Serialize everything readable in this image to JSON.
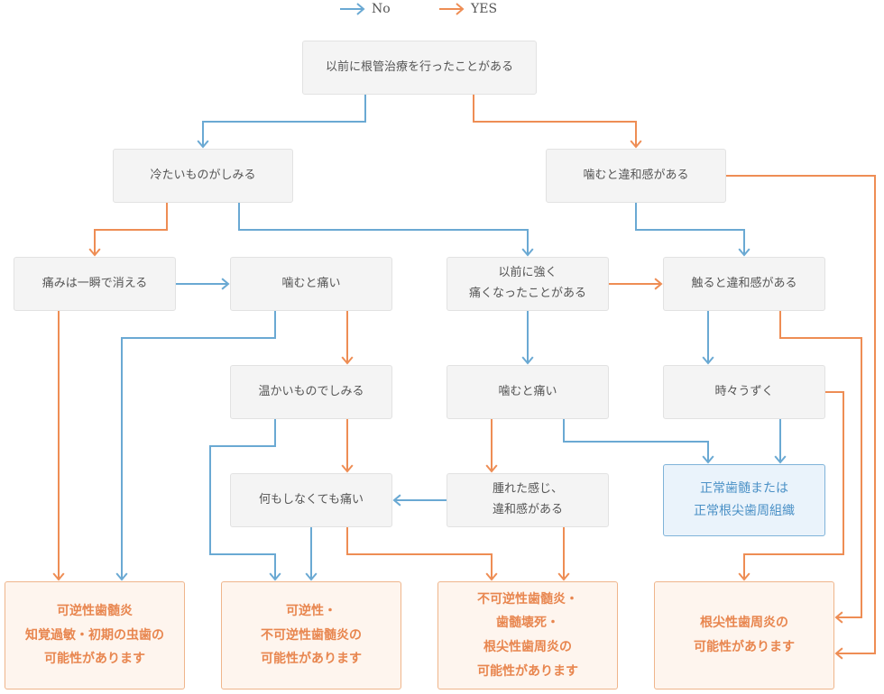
{
  "colors": {
    "no": "#6aa9d3",
    "yes": "#ee8d54"
  },
  "legend": {
    "no_label": "No",
    "yes_label": "YES"
  },
  "nodes": {
    "root": "以前に根管治療を行ったことがある",
    "cold": "冷たいものがしみる",
    "chew_discomfort": "噛むと違和感がある",
    "pain_instant": "痛みは一瞬で消える",
    "chew_pain_left": "噛むと痛い",
    "strong_pain_before": "以前に強く\n痛くなったことがある",
    "touch_discomfort": "触ると違和感がある",
    "warm": "温かいものでしみる",
    "chew_pain_mid": "噛むと痛い",
    "throb": "時々うずく",
    "spontaneous_pain": "何もしなくても痛い",
    "swollen": "腫れた感じ、\n違和感がある"
  },
  "outcomes": {
    "normal": "正常歯髄または\n正常根尖歯周組織",
    "reversible": "可逆性歯髄炎\n知覚過敏・初期の虫歯の\n可能性があります",
    "rev_irrev": "可逆性・\n不可逆性歯髄炎の\n可能性があります",
    "irreversible": "不可逆性歯髄炎・\n歯髄壊死・\n根尖性歯周炎の\n可能性があります",
    "apical": "根尖性歯周炎の\n可能性があります"
  }
}
